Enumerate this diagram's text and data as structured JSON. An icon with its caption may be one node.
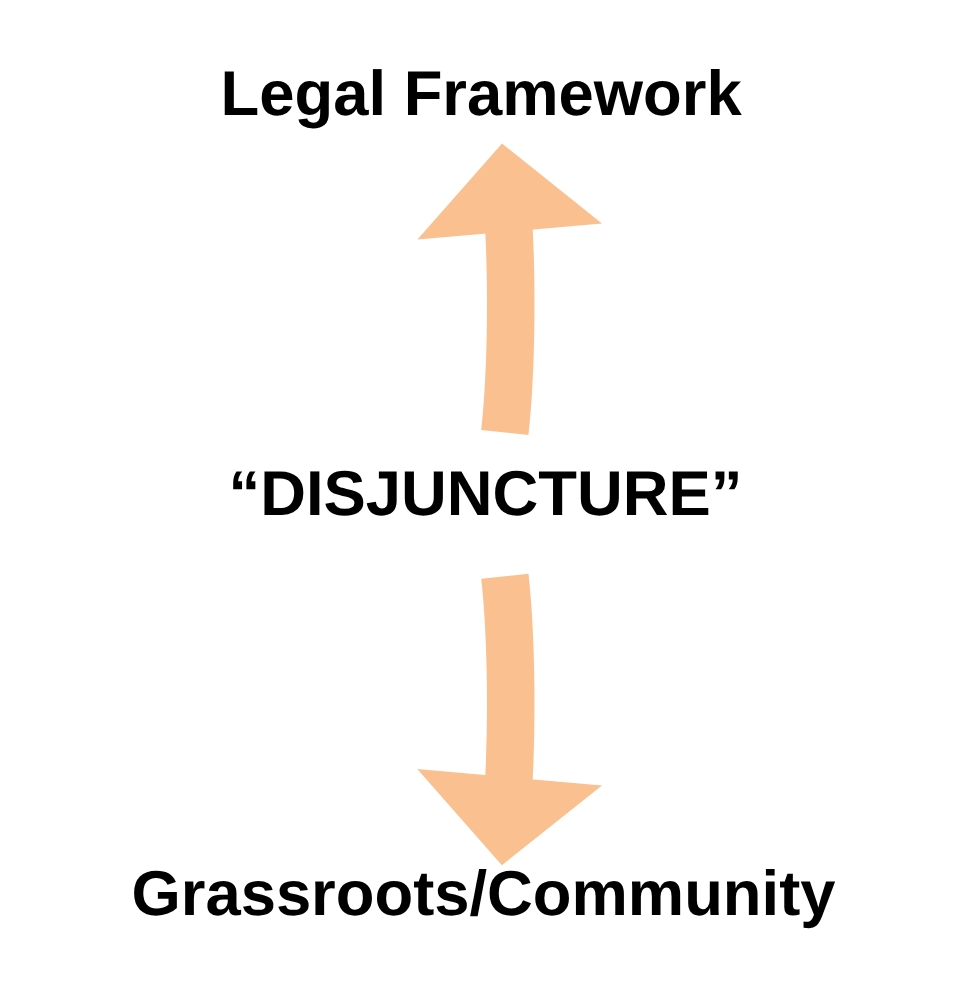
{
  "diagram": {
    "nodes": [
      {
        "text": [
          "Legal Framework"
        ]
      },
      {
        "text": [
          "“DISJUNCTURE”"
        ]
      },
      {
        "text": [
          "Grassroots/Community"
        ]
      }
    ],
    "edges": [
      {
        "from": 1,
        "to": 0,
        "arrow": "to"
      },
      {
        "from": 1,
        "to": 2,
        "arrow": "to"
      }
    ]
  }
}
